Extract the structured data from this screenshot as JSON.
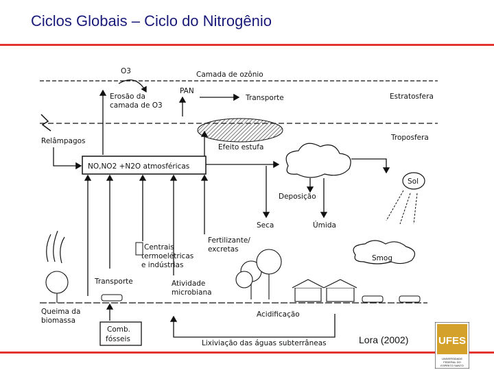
{
  "slide": {
    "title": "Ciclos Globais – Ciclo do Nitrogênio",
    "credit": "Lora (2002)"
  },
  "logo": {
    "text": "UFES",
    "subtitle": "UNIVERSIDADE FEDERAL DO ESPÍRITO SANTO",
    "color": "#d4a12a"
  },
  "colors": {
    "title": "#1a1a7a",
    "rule": "#e3342f"
  },
  "diagram": {
    "o3": "O3",
    "ozone_layer": "Camada de ozônio",
    "pan": "PAN",
    "erosion": [
      "Erosão da",
      "camada de O3"
    ],
    "transport_top": "Transporte",
    "stratosphere": "Estratosfera",
    "troposphere": "Troposfera",
    "lightning": "Relâmpagos",
    "greenhouse": "Efeito estufa",
    "atm_box": "NO,NO2 +N2O atmosféricas",
    "sun": "Sol",
    "deposition": "Deposição",
    "dry": "Seca",
    "wet": "Úmida",
    "plants": [
      "Centrais",
      "termoelétricas",
      "e indústrias"
    ],
    "fertilizer": [
      "Fertilizante/",
      "excretas"
    ],
    "smog": "Smog",
    "transport_bottom": "Transporte",
    "microbial": [
      "Atividade",
      "microbiana"
    ],
    "biomass": [
      "Queima da",
      "biomassa"
    ],
    "acidification": "Acidificação",
    "fuels": [
      "Comb.",
      "fósseis"
    ],
    "leaching": "Lixiviação das águas subterrâneas"
  }
}
